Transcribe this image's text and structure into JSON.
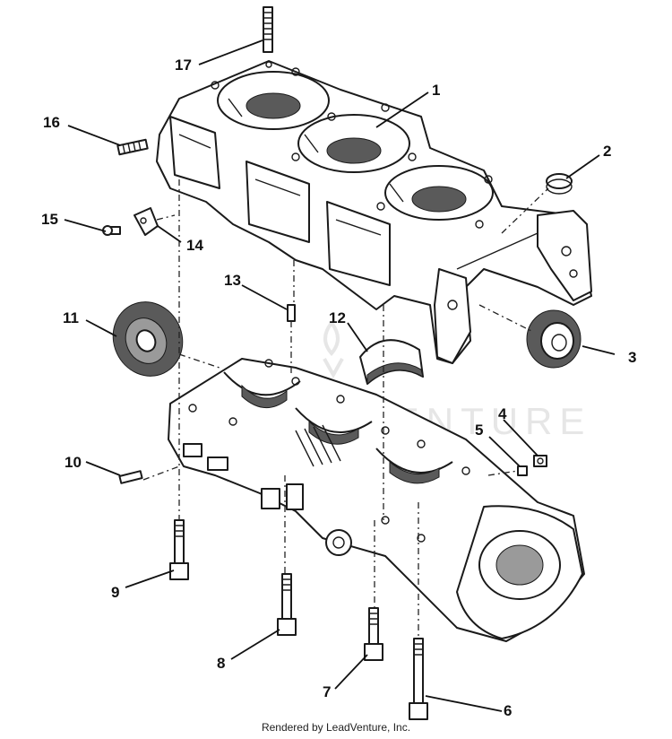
{
  "diagram": {
    "callouts": [
      "1",
      "2",
      "3",
      "4",
      "5",
      "6",
      "7",
      "8",
      "9",
      "10",
      "11",
      "12",
      "13",
      "14",
      "15",
      "16",
      "17"
    ],
    "watermark": "LEADVENTURE"
  },
  "footer": {
    "credit": "Rendered by LeadVenture, Inc."
  }
}
